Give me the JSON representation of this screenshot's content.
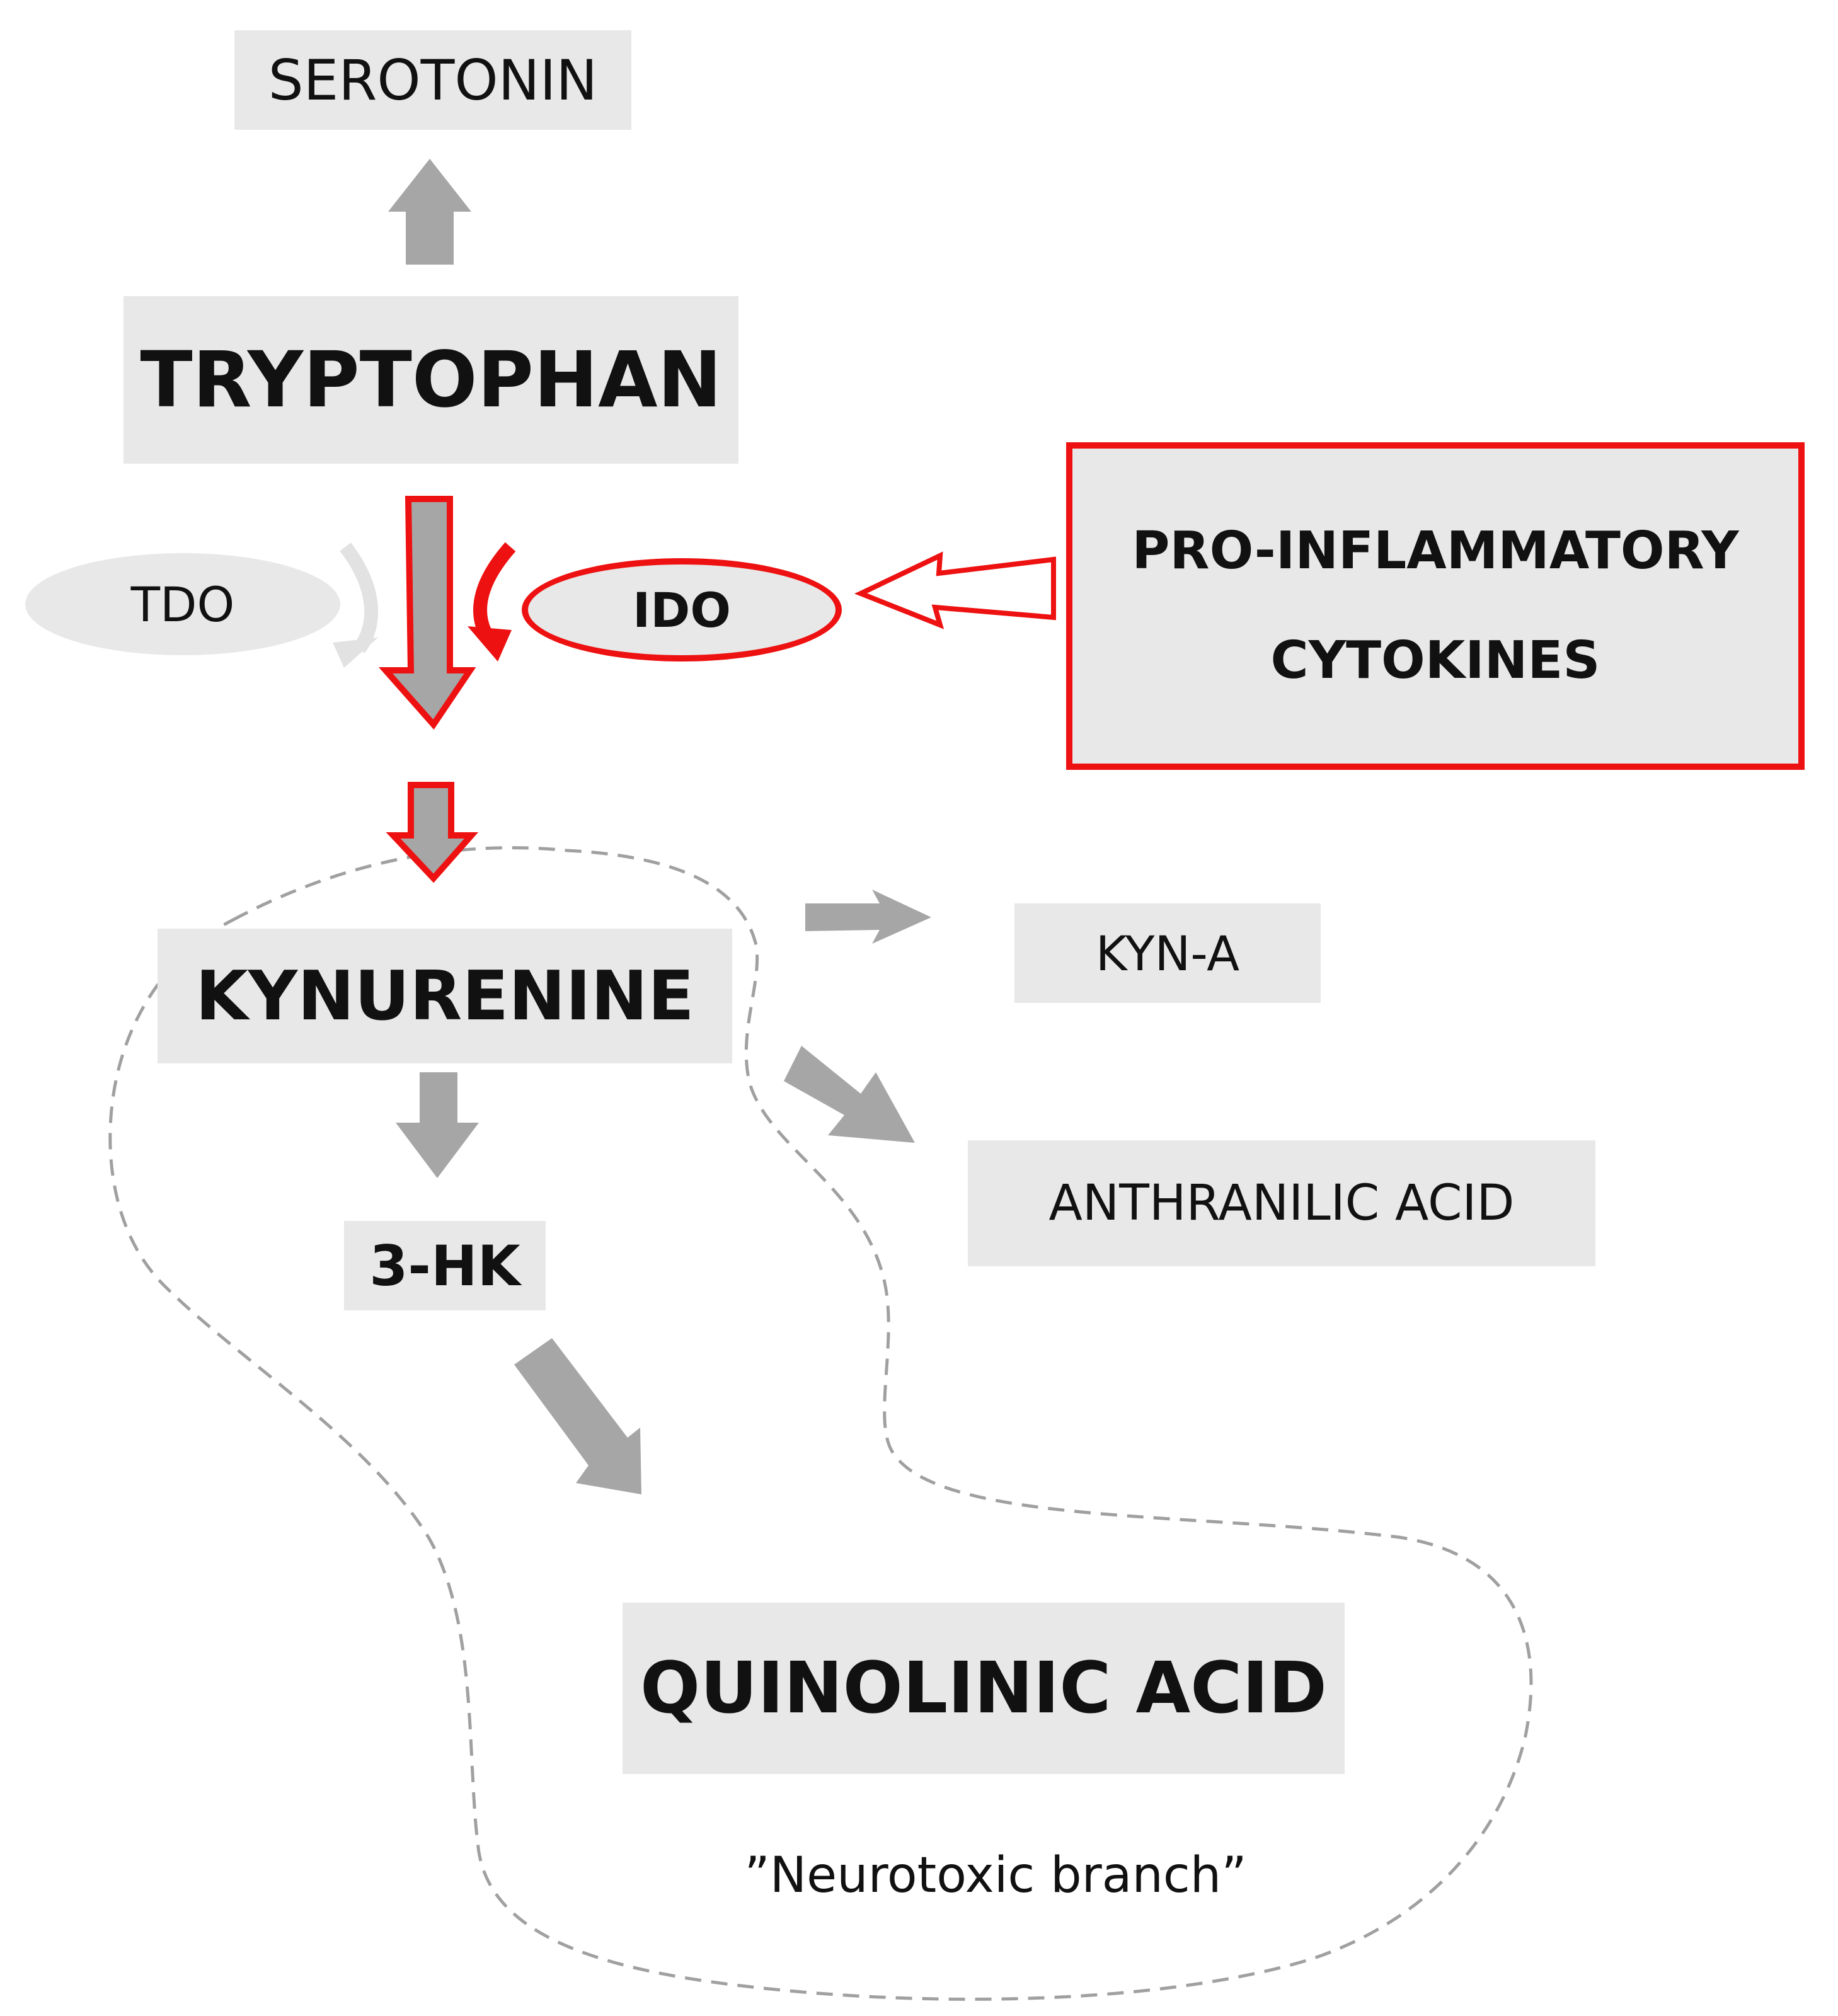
{
  "nodes": {
    "serotonin": "SEROTONIN",
    "tryptophan": "TRYPTOPHAN",
    "tdo": "TDO",
    "ido": "IDO",
    "cytokines_line1": "PRO-INFLAMMATORY",
    "cytokines_line2": "CYTOKINES",
    "kynurenine": "KYNURENINE",
    "kyna": "KYN-A",
    "anthranilic_acid": "ANTHRANILIC ACID",
    "hk3": "3-HK",
    "quinolinic_acid": "QUINOLINIC ACID"
  },
  "branch_caption": "”Neurotoxic branch”",
  "colors": {
    "box_fill": "#e8e8e8",
    "arrow_gray": "#a6a6a6",
    "highlight_red": "#ee1111",
    "dashed_outline": "#a0a0a0"
  }
}
